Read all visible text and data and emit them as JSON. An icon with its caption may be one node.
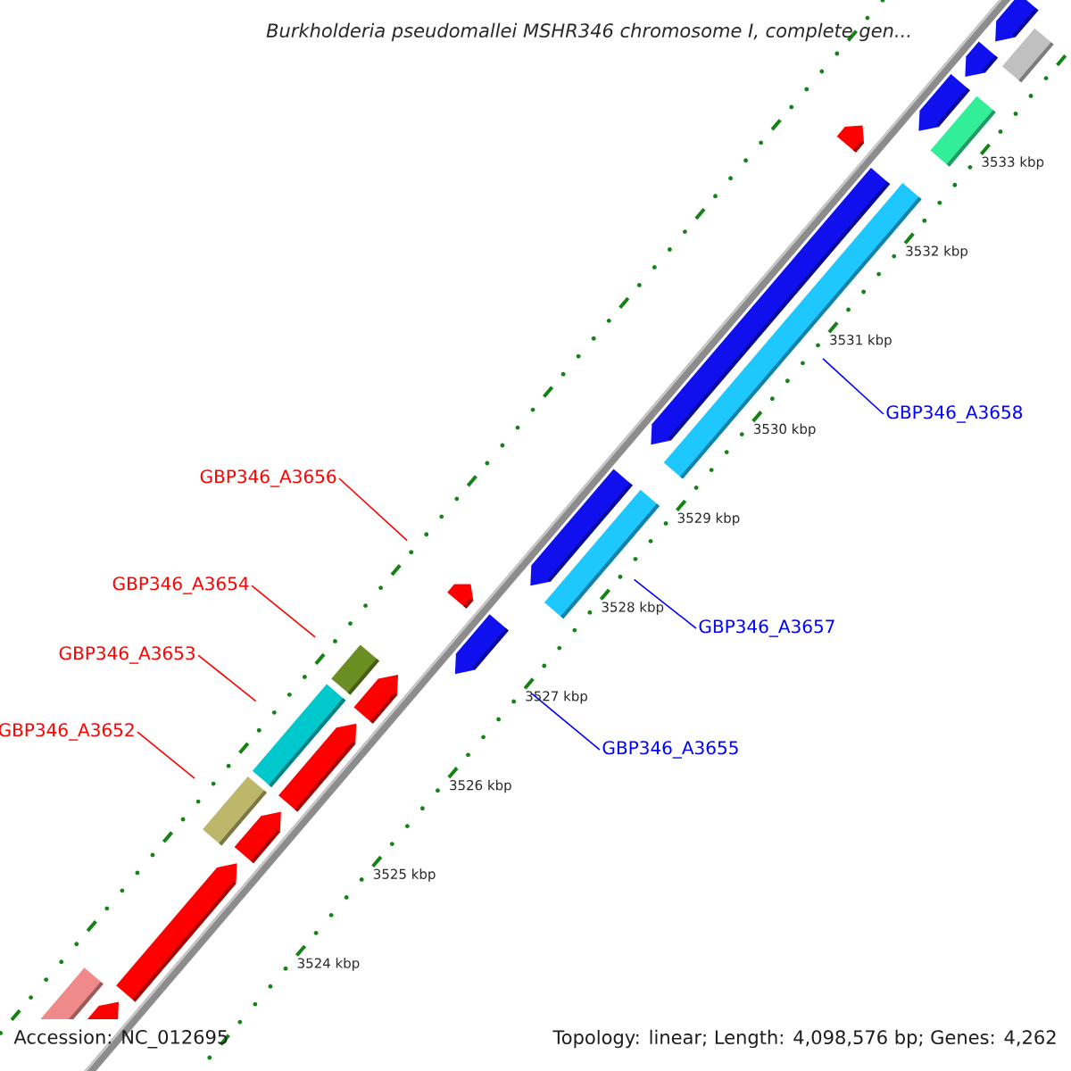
{
  "diagram": {
    "title": "Burkholderia pseudomallei MSHR346 chromosome I, complete gen...",
    "nodes": [
      {
        "text": [
          "GBP346_A3658"
        ]
      },
      {
        "text": [
          "GBP346_A3656"
        ]
      },
      {
        "text": [
          "GBP346_A3654"
        ]
      },
      {
        "text": [
          "GBP346_A3657"
        ]
      },
      {
        "text": [
          "GBP346_A3653"
        ]
      },
      {
        "text": [
          "GBP346_A3652"
        ]
      },
      {
        "text": [
          "GBP346_A3655"
        ]
      },
      {
        "text": [],
        "shape": "box"
      },
      {
        "text": [],
        "shape": "arrow"
      },
      {
        "text": [],
        "shape": "box"
      },
      {
        "text": [],
        "shape": "box"
      },
      {
        "text": [],
        "shape": "box"
      },
      {
        "text": [],
        "shape": "box"
      },
      {
        "text": [],
        "shape": "arrow"
      },
      {
        "text": [],
        "shape": "arrow"
      },
      {
        "text": [],
        "shape": "box"
      },
      {
        "text": [],
        "shape": "arrow"
      },
      {
        "text": [],
        "shape": "arrow"
      },
      {
        "text": [],
        "shape": "box"
      },
      {
        "text": [],
        "shape": "arrow"
      },
      {
        "text": [],
        "shape": "arrow"
      },
      {
        "text": [],
        "shape": "arrow"
      },
      {
        "text": [],
        "shape": "arrow"
      },
      {
        "text": [],
        "shape": "arrow"
      },
      {
        "text": [],
        "shape": "arrow"
      },
      {
        "text": [],
        "shape": "arrow"
      },
      {
        "text": [],
        "shape": "box"
      },
      {
        "text": [],
        "shape": "arrow"
      }
    ],
    "edges": [
      {
        "from": 0,
        "to": 7,
        "arrow": "none",
        "color": "#0000ff"
      },
      {
        "from": 1,
        "to": 8,
        "arrow": "none"
      },
      {
        "from": 2,
        "to": 9,
        "arrow": "none"
      },
      {
        "from": 3,
        "to": 10,
        "arrow": "none",
        "color": "#0000ff"
      },
      {
        "from": 4,
        "to": 11,
        "arrow": "none"
      },
      {
        "from": 5,
        "to": 12,
        "arrow": "none"
      },
      {
        "from": 6,
        "to": 13,
        "arrow": "none",
        "color": "#0000ff"
      }
    ],
    "labels": [
      "3533 kbp",
      "3532 kbp",
      "3531 kbp",
      "3530 kbp",
      "3529 kbp",
      "3528 kbp",
      "3527 kbp",
      "3526 kbp",
      "3525 kbp",
      "3524 kbp",
      "Accession: NC_012695",
      "Topology: linear; Length: 4,098,576 bp; Genes: 4,262"
    ]
  }
}
